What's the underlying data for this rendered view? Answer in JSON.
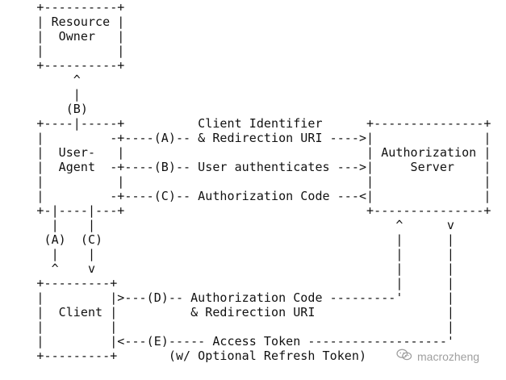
{
  "diagram": {
    "ascii_art": [
      "     +----------+",
      "     | Resource |",
      "     |  Owner   |",
      "     |          |",
      "     +----------+",
      "          ^",
      "          |",
      "         (B)",
      "     +----|-----+          Client Identifier      +---------------+",
      "     |         -+----(A)-- & Redirection URI ---->|               |",
      "     |  User-   |                                 | Authorization |",
      "     |  Agent  -+----(B)-- User authenticates --->|     Server    |",
      "     |          |                                 |               |",
      "     |         -+----(C)-- Authorization Code ---<|               |",
      "     +-|----|---+                                 +---------------+",
      "       |    |                                         ^      v",
      "      (A)  (C)                                        |      |",
      "       |    |                                         |      |",
      "       ^    v                                         |      |",
      "     +---------+                                      |      |",
      "     |         |>---(D)-- Authorization Code ---------'      |",
      "     |  Client |          & Redirection URI                  |",
      "     |         |                                             |",
      "     |         |<---(E)----- Access Token -------------------'",
      "     +---------+       (w/ Optional Refresh Token)"
    ]
  },
  "watermark": {
    "text": "macrozheng",
    "icon": "wechat-icon"
  }
}
